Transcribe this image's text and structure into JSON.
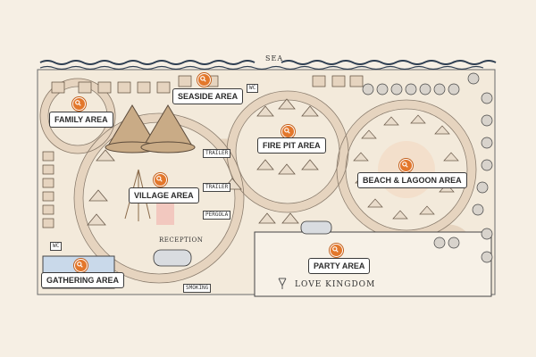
{
  "map": {
    "sea_label": "SEA",
    "brand": "LOVE KINGDOM",
    "reception_label": "RECEPTION",
    "colors": {
      "background": "#f6efe4",
      "path": "#e6d4bf",
      "pin": "#e3772b",
      "tent": "#c9ab86",
      "sea": "#2f3f52"
    },
    "areas": [
      {
        "name": "SEASIDE AREA",
        "icon": "search-icon"
      },
      {
        "name": "FAMILY AREA",
        "icon": "search-icon"
      },
      {
        "name": "FIRE PIT AREA",
        "icon": "search-icon"
      },
      {
        "name": "VILLAGE AREA",
        "icon": "search-icon"
      },
      {
        "name": "BEACH & LAGOON AREA",
        "icon": "search-icon"
      },
      {
        "name": "PARTY AREA",
        "icon": "search-icon"
      },
      {
        "name": "GATHERING AREA",
        "icon": "search-icon"
      }
    ],
    "tags": {
      "wc1": "WC",
      "wc2": "WC",
      "smoking": "SMOKING",
      "trailer1": "TRAILER",
      "trailer2": "TRAILER",
      "pergola": "PERGOLA"
    }
  }
}
